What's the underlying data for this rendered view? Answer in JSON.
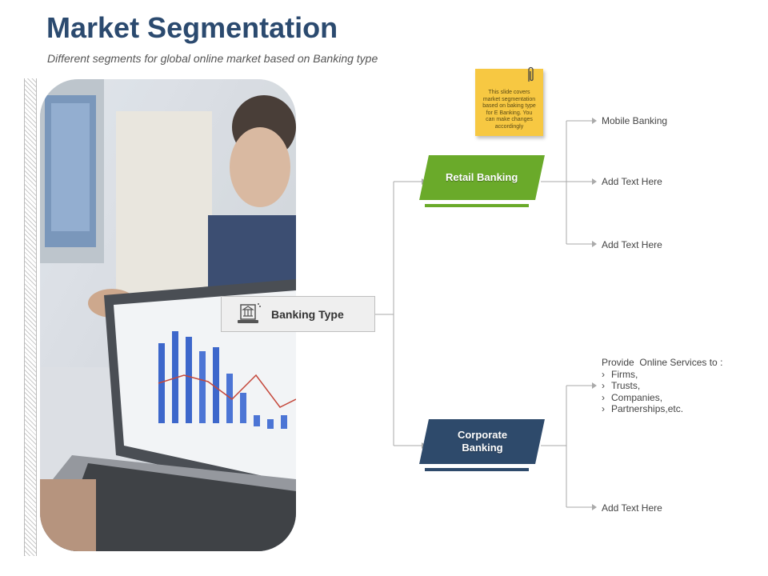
{
  "title": "Market Segmentation",
  "subtitle": "Different segments for global online market based on Banking type",
  "center": {
    "label": "Banking Type",
    "icon": "bank-laptop-icon"
  },
  "sticky_note": "This slide covers market segmentation based on baking type for E Banking. You can make changes accordingly",
  "segments": {
    "retail": {
      "label": "Retail Banking",
      "color": "#6aaa2a",
      "items": [
        "Mobile Banking",
        "Add Text Here",
        "Add Text Here"
      ]
    },
    "corporate": {
      "label": "Corporate Banking",
      "color": "#2e4a6b",
      "intro": "Provide  Online Services to :",
      "bullets": [
        "Firms,",
        "Trusts,",
        "Companies,",
        "Partnerships,etc."
      ],
      "last_item": "Add Text Here"
    }
  },
  "colors": {
    "title": "#2b4a6f",
    "connector": "#aaaaaa",
    "sticky": "#f7c842"
  }
}
